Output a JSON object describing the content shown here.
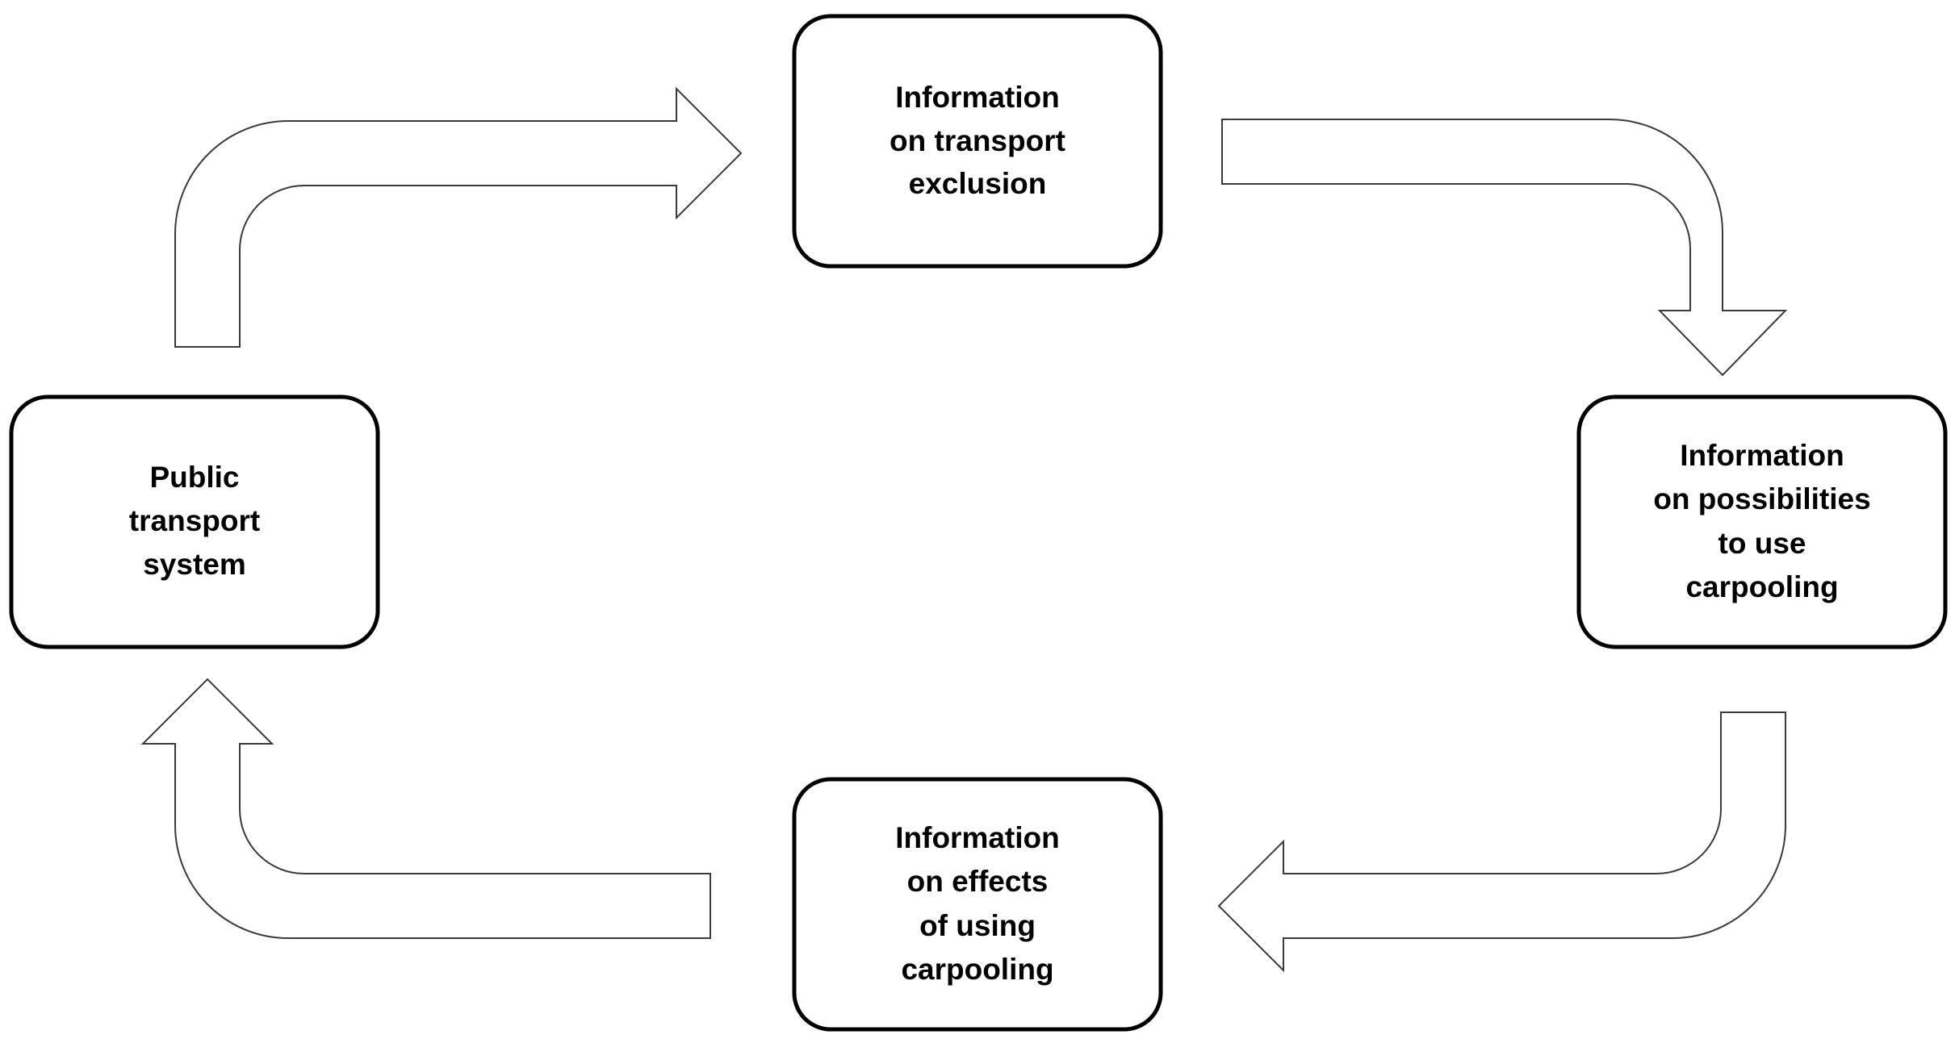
{
  "diagram": {
    "nodes": {
      "top": {
        "lines": [
          "Information",
          "on transport",
          "exclusion"
        ]
      },
      "right": {
        "lines": [
          "Information",
          "on possibilities",
          "to use",
          "carpooling"
        ]
      },
      "bottom": {
        "lines": [
          "Information",
          "on effects",
          "of using",
          "carpooling"
        ]
      },
      "left": {
        "lines": [
          "Public",
          "transport",
          "system"
        ]
      }
    },
    "colors": {
      "box_stroke": "#000000",
      "box_fill": "#ffffff",
      "arrow_stroke": "#3a3a3a",
      "arrow_fill": "#ffffff",
      "text": "#000000"
    }
  }
}
